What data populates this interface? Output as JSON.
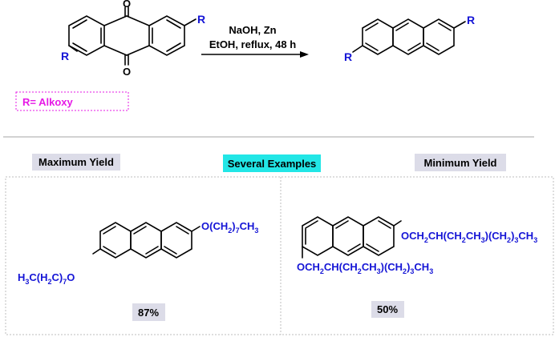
{
  "reaction": {
    "reactant_o_top": "O",
    "reactant_o_bottom": "O",
    "reactant_r_left": "R",
    "reactant_r_right": "R",
    "reagents_line1": "NaOH, Zn",
    "reagents_line2": "EtOH, reflux, 48 h",
    "product_r_left": "R",
    "product_r_right": "R",
    "r_definition": "R= Alkoxy"
  },
  "labels": {
    "max_yield": "Maximum Yield",
    "several_examples": "Several Examples",
    "min_yield": "Minimum Yield"
  },
  "example_max": {
    "right_group": [
      "O(CH",
      "2",
      ")",
      "7",
      "CH",
      "3"
    ],
    "left_group": [
      "H",
      "3",
      "C(H",
      "2",
      "C)",
      "7",
      "O"
    ],
    "yield": "87%"
  },
  "example_min": {
    "right_group": [
      "OCH",
      "2",
      "CH(CH",
      "2",
      "CH",
      "3",
      ")(CH",
      "2",
      ")",
      "3",
      "CH",
      "3"
    ],
    "left_group": [
      "OCH",
      "2",
      "CH(CH",
      "2",
      "CH",
      "3",
      ")(CH",
      "2",
      ")",
      "3",
      "CH",
      "3"
    ],
    "yield": "50%"
  },
  "colors": {
    "r_group": "#1515d6",
    "r_definition": "#e619e6",
    "highlight_examples": "#22e6e6",
    "label_box": "#dcdce8"
  }
}
